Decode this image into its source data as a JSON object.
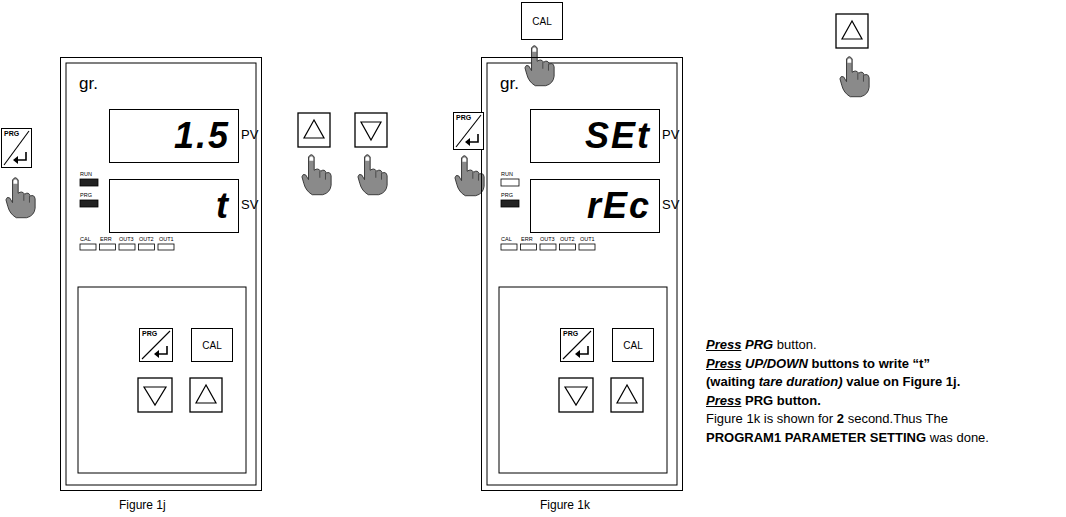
{
  "diagram": {
    "nodes": [
      {
        "text": [
          "gr."
        ]
      },
      {
        "text": [
          "1.5"
        ],
        "in": 0
      },
      {
        "text": [
          "t"
        ],
        "in": 0
      },
      {
        "text": [
          "PRG"
        ],
        "in": 0
      },
      {
        "text": [
          "CAL"
        ],
        "in": 0
      },
      {
        "text": [
          "gr."
        ]
      },
      {
        "text": [
          "SEt"
        ],
        "in": 5
      },
      {
        "text": [
          "rEc"
        ],
        "in": 5
      },
      {
        "text": [
          "PRG"
        ],
        "in": 5
      },
      {
        "text": [
          "CAL"
        ],
        "in": 5
      },
      {
        "text": [
          "PRG"
        ]
      },
      {
        "text": [
          "PRG"
        ]
      },
      {
        "text": [
          "CAL"
        ]
      }
    ],
    "labels": [
      "PV",
      "SV",
      "RUN",
      "PRG",
      "CAL",
      "ERR",
      "OUT3",
      "OUT2",
      "OUT1",
      "Figure 1j",
      "PV",
      "SV",
      "RUN",
      "PRG",
      "CAL",
      "ERR",
      "OUT3",
      "OUT2",
      "OUT1",
      "Figure 1k",
      "Press",
      "PRG",
      "button.",
      "Press",
      "UP/DOWN",
      "buttons to write “t”",
      "(waiting",
      "tare duration)",
      "value on Figure 1j.",
      "Press",
      "PRG button.",
      "Figure 1k is shown for",
      "2",
      "second.Thus The",
      "PROGRAM1 PARAMETER SETTING",
      "was done."
    ]
  }
}
